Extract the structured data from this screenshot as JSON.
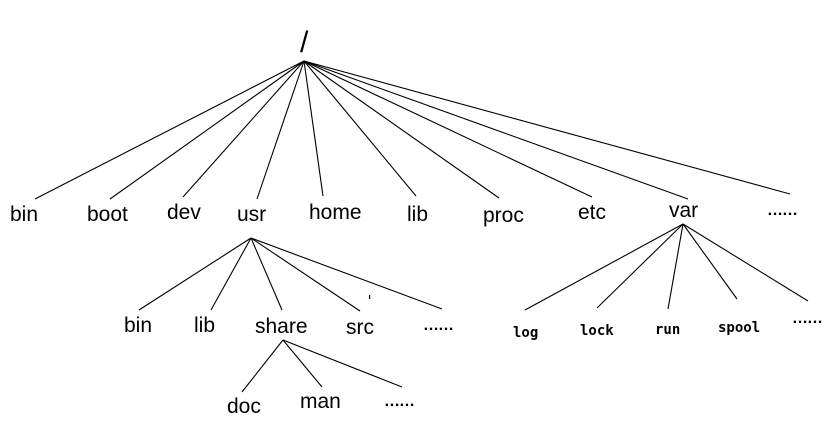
{
  "diagram": {
    "root": {
      "id": "root",
      "label": "/"
    },
    "nodes": [
      {
        "id": "bin",
        "label": "bin",
        "parent": "root"
      },
      {
        "id": "boot",
        "label": "boot",
        "parent": "root"
      },
      {
        "id": "dev",
        "label": "dev",
        "parent": "root"
      },
      {
        "id": "usr",
        "label": "usr",
        "parent": "root"
      },
      {
        "id": "home",
        "label": "home",
        "parent": "root"
      },
      {
        "id": "lib",
        "label": "lib",
        "parent": "root"
      },
      {
        "id": "proc",
        "label": "proc",
        "parent": "root"
      },
      {
        "id": "etc",
        "label": "etc",
        "parent": "root"
      },
      {
        "id": "var",
        "label": "var",
        "parent": "root"
      },
      {
        "id": "root-more",
        "label": "……",
        "parent": "root"
      },
      {
        "id": "usr-bin",
        "label": "bin",
        "parent": "usr"
      },
      {
        "id": "usr-lib",
        "label": "lib",
        "parent": "usr"
      },
      {
        "id": "usr-share",
        "label": "share",
        "parent": "usr"
      },
      {
        "id": "usr-src",
        "label": "src",
        "parent": "usr"
      },
      {
        "id": "usr-more",
        "label": "……",
        "parent": "usr"
      },
      {
        "id": "share-doc",
        "label": "doc",
        "parent": "usr-share"
      },
      {
        "id": "share-man",
        "label": "man",
        "parent": "usr-share"
      },
      {
        "id": "share-more",
        "label": "……",
        "parent": "usr-share"
      },
      {
        "id": "var-log",
        "label": "log",
        "parent": "var"
      },
      {
        "id": "var-lock",
        "label": "lock",
        "parent": "var"
      },
      {
        "id": "var-run",
        "label": "run",
        "parent": "var"
      },
      {
        "id": "var-spool",
        "label": "spool",
        "parent": "var"
      },
      {
        "id": "var-more",
        "label": "……",
        "parent": "var"
      }
    ]
  }
}
